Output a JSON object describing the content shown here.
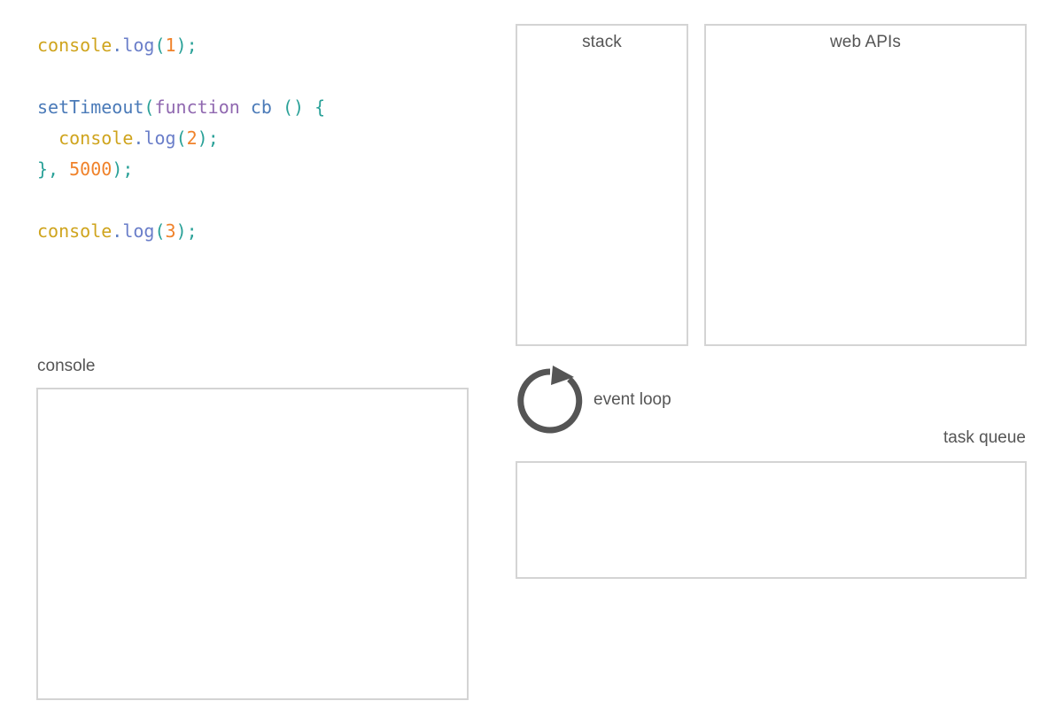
{
  "editor": {
    "name": "javascript-code",
    "language": "javascript",
    "lines": [
      {
        "id": "line-1",
        "tokens": [
          {
            "text": "console",
            "kind": "object"
          },
          {
            "text": ".",
            "kind": "dot"
          },
          {
            "text": "log",
            "kind": "property"
          },
          {
            "text": "(",
            "kind": "punctuation"
          },
          {
            "text": "1",
            "kind": "number"
          },
          {
            "text": ")",
            "kind": "punctuation"
          },
          {
            "text": ";",
            "kind": "punctuation"
          }
        ]
      },
      {
        "id": "line-2",
        "tokens": []
      },
      {
        "id": "line-3",
        "tokens": [
          {
            "text": "setTimeout",
            "kind": "function-name"
          },
          {
            "text": "(",
            "kind": "punctuation"
          },
          {
            "text": "function",
            "kind": "keyword"
          },
          {
            "text": " ",
            "kind": "plain"
          },
          {
            "text": "cb",
            "kind": "function-name"
          },
          {
            "text": " ",
            "kind": "plain"
          },
          {
            "text": "()",
            "kind": "punctuation"
          },
          {
            "text": " ",
            "kind": "plain"
          },
          {
            "text": "{",
            "kind": "punctuation"
          }
        ]
      },
      {
        "id": "line-4",
        "tokens": [
          {
            "text": "  ",
            "kind": "plain"
          },
          {
            "text": "console",
            "kind": "object"
          },
          {
            "text": ".",
            "kind": "dot"
          },
          {
            "text": "log",
            "kind": "property"
          },
          {
            "text": "(",
            "kind": "punctuation"
          },
          {
            "text": "2",
            "kind": "number"
          },
          {
            "text": ")",
            "kind": "punctuation"
          },
          {
            "text": ";",
            "kind": "punctuation"
          }
        ]
      },
      {
        "id": "line-5",
        "tokens": [
          {
            "text": "}",
            "kind": "punctuation"
          },
          {
            "text": ",",
            "kind": "punctuation"
          },
          {
            "text": " ",
            "kind": "plain"
          },
          {
            "text": "5000",
            "kind": "number"
          },
          {
            "text": ")",
            "kind": "punctuation"
          },
          {
            "text": ";",
            "kind": "punctuation"
          }
        ]
      },
      {
        "id": "line-6",
        "tokens": []
      },
      {
        "id": "line-7",
        "tokens": [
          {
            "text": "console",
            "kind": "object"
          },
          {
            "text": ".",
            "kind": "dot"
          },
          {
            "text": "log",
            "kind": "property"
          },
          {
            "text": "(",
            "kind": "punctuation"
          },
          {
            "text": "3",
            "kind": "number"
          },
          {
            "text": ")",
            "kind": "punctuation"
          },
          {
            "text": ";",
            "kind": "punctuation"
          }
        ]
      }
    ],
    "plain_text": "console.log(1);\n\nsetTimeout(function cb () {\n  console.log(2);\n}, 5000);\n\nconsole.log(3);"
  },
  "panels": {
    "stack": {
      "label": "stack",
      "frames": [],
      "title_position": "inside-top-center"
    },
    "web_apis": {
      "label": "web APIs",
      "items": [],
      "title_position": "inside-top-center"
    },
    "task_queue": {
      "label": "task queue",
      "items": [],
      "title_position": "outside-top-right"
    },
    "console": {
      "label": "console",
      "lines": [],
      "output_text": "",
      "title_position": "outside-top-left"
    }
  },
  "event_loop": {
    "label": "event loop",
    "icon": "circular-arrow-icon",
    "direction": "clockwise"
  },
  "colors": {
    "border": "#d4d4d4",
    "label_text": "#555555",
    "background": "#ffffff",
    "token_object": "#cfa41d",
    "token_dot": "#5f7fc4",
    "token_property": "#6a7ec9",
    "token_punctuation": "#2aa198",
    "token_number": "#f0822a",
    "token_function_name": "#4a7ab8",
    "token_keyword": "#9068b0",
    "event_loop_icon": "#555555"
  }
}
